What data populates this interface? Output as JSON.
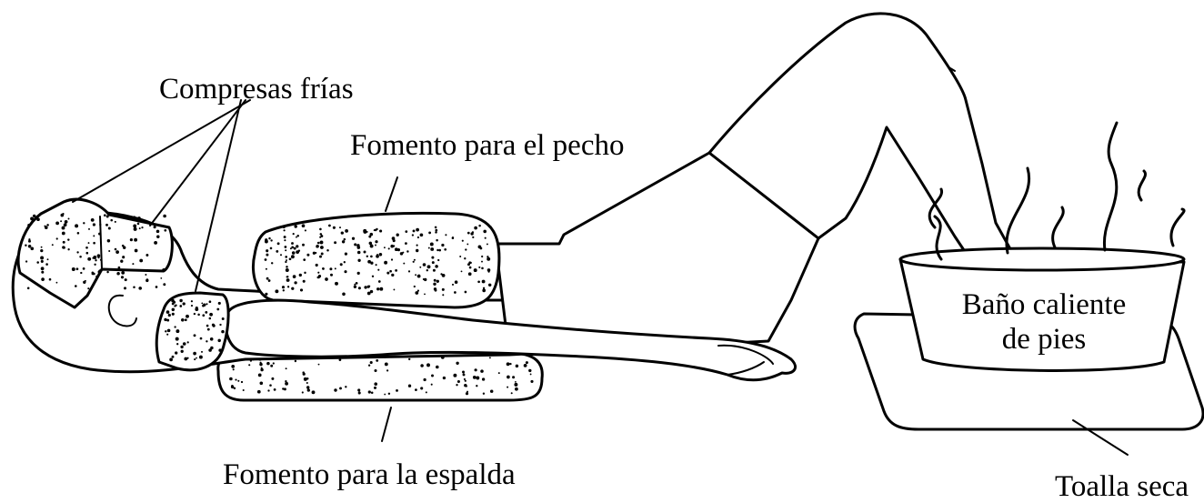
{
  "labels": {
    "cold_compresses": "Compresas frías",
    "chest_fomentation": "Fomento para el pecho",
    "back_fomentation": "Fomento para la espalda",
    "hot_foot_bath_line1": "Baño caliente",
    "hot_foot_bath_line2": "de pies",
    "dry_towel": "Toalla seca"
  }
}
